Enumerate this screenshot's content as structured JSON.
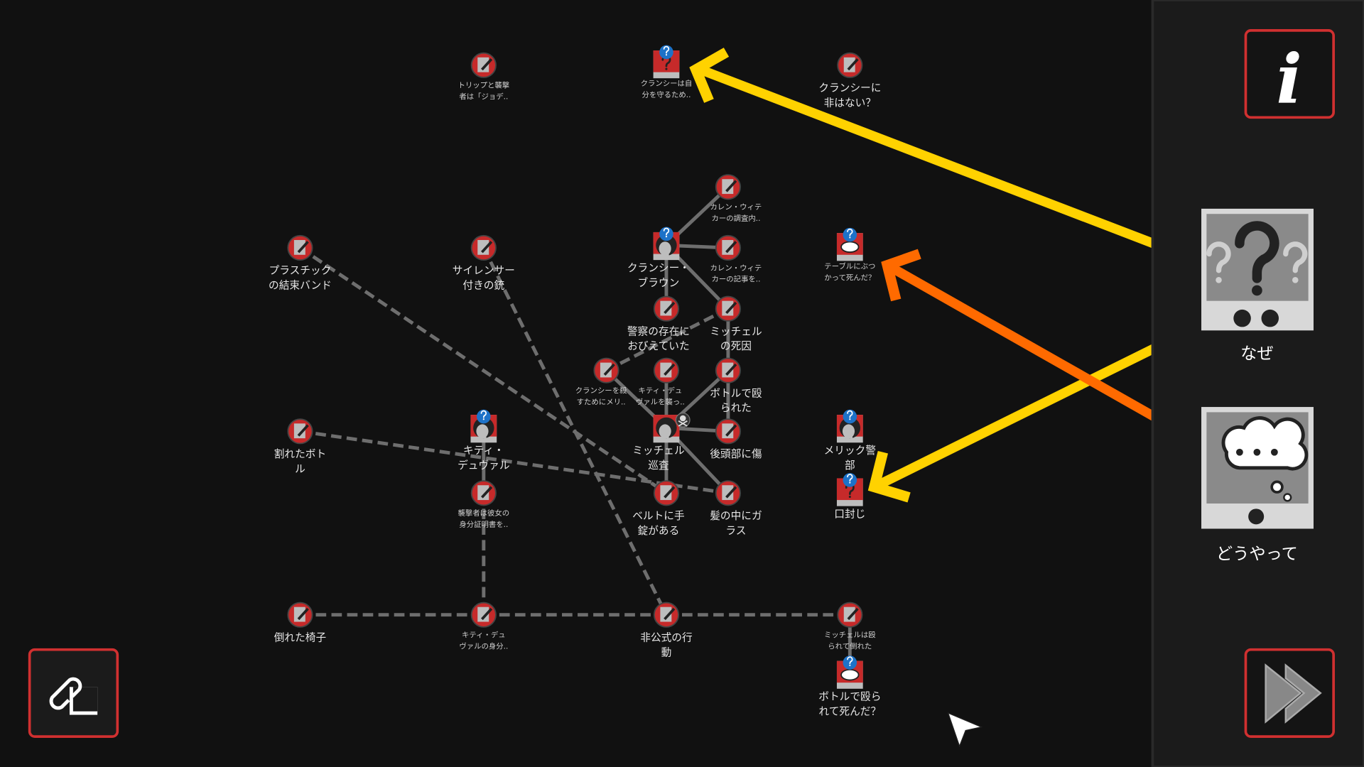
{
  "colors": {
    "accent_red": "#c62a2a",
    "arrow_yellow": "#ffd200",
    "arrow_orange": "#ff6a00",
    "background": "#111111",
    "panel": "#1b1b1b"
  },
  "graph": {
    "nodes": [
      {
        "type": "note",
        "size": "small",
        "lines": [
          "トリップと襲撃",
          "者は「ジョデ.."
        ]
      },
      {
        "type": "question",
        "badge": true,
        "size": "small",
        "lines": [
          "クランシーは自",
          "分を守るため.."
        ]
      },
      {
        "type": "note",
        "size": "large",
        "lines": [
          "クランシーに",
          "非はない？"
        ]
      },
      {
        "type": "note",
        "size": "small",
        "lines": [
          "カレン・ウィテ",
          "カーの調査内.."
        ]
      },
      {
        "type": "person",
        "badge": true,
        "size": "large",
        "lines": [
          "クランシー・",
          "ブラウン"
        ]
      },
      {
        "type": "note",
        "size": "small",
        "lines": [
          "カレン・ウィテ",
          "カーの記事を.."
        ]
      },
      {
        "type": "thought",
        "badge": true,
        "size": "small",
        "lines": [
          "テーブルにぶつ",
          "かって死んだ？"
        ]
      },
      {
        "type": "note",
        "size": "large",
        "lines": [
          "プラスチック",
          "の結束バンド"
        ]
      },
      {
        "type": "note",
        "size": "large",
        "lines": [
          "サイレンサー",
          "付きの銃"
        ]
      },
      {
        "type": "note",
        "size": "large",
        "lines": [
          "警察の存在に",
          "おびえていた"
        ]
      },
      {
        "type": "note",
        "size": "large",
        "lines": [
          "ミッチェル",
          "の死因"
        ]
      },
      {
        "type": "note",
        "size": "small",
        "lines": [
          "クランシーを殺",
          "すためにメリ.."
        ]
      },
      {
        "type": "note",
        "size": "small",
        "lines": [
          "キティ・デュ",
          "ヴァルを襲っ.."
        ]
      },
      {
        "type": "note",
        "size": "large",
        "lines": [
          "ボトルで殴",
          "られた"
        ]
      },
      {
        "type": "note",
        "size": "large",
        "lines": [
          "割れたボト",
          "ル"
        ]
      },
      {
        "type": "person",
        "badge": true,
        "size": "large",
        "lines": [
          "キティ・",
          "デュヴァル"
        ]
      },
      {
        "type": "person",
        "badge": false,
        "victim": true,
        "size": "large",
        "lines": [
          "ミッチェル",
          "巡査"
        ]
      },
      {
        "type": "note",
        "size": "large",
        "lines": [
          "後頭部に傷"
        ]
      },
      {
        "type": "person",
        "badge": true,
        "size": "large",
        "lines": [
          "メリック警",
          "部"
        ]
      },
      {
        "type": "question",
        "badge": true,
        "size": "large",
        "lines": [
          "口封じ"
        ]
      },
      {
        "type": "note",
        "size": "small",
        "lines": [
          "襲撃者は彼女の",
          "身分証明書を.."
        ]
      },
      {
        "type": "note",
        "size": "large",
        "lines": [
          "ベルトに手",
          "錠がある"
        ]
      },
      {
        "type": "note",
        "size": "large",
        "lines": [
          "髪の中にガ",
          "ラス"
        ]
      },
      {
        "type": "note",
        "size": "large",
        "lines": [
          "倒れた椅子"
        ]
      },
      {
        "type": "note",
        "size": "small",
        "lines": [
          "キティ・デュ",
          "ヴァルの身分.."
        ]
      },
      {
        "type": "note",
        "size": "large",
        "lines": [
          "非公式の行",
          "動"
        ]
      },
      {
        "type": "note",
        "size": "small",
        "lines": [
          "ミッチェルは殴",
          "られて倒れた"
        ]
      },
      {
        "type": "thought",
        "badge": true,
        "size": "large",
        "lines": [
          "ボトルで殴ら",
          "れて死んだ？"
        ]
      }
    ],
    "solid_links": [
      [
        4,
        3
      ],
      [
        4,
        5
      ],
      [
        4,
        9
      ],
      [
        4,
        10
      ],
      [
        11,
        16
      ],
      [
        12,
        16
      ],
      [
        13,
        16
      ],
      [
        13,
        10
      ],
      [
        13,
        17
      ],
      [
        16,
        17
      ],
      [
        16,
        21
      ],
      [
        16,
        22
      ],
      [
        26,
        27
      ],
      [
        15,
        20
      ]
    ],
    "dashed_links": [
      [
        7,
        21
      ],
      [
        8,
        25
      ],
      [
        14,
        22
      ],
      [
        11,
        10
      ],
      [
        20,
        24
      ],
      [
        23,
        24
      ],
      [
        24,
        25
      ],
      [
        25,
        26
      ]
    ]
  },
  "sidebar": {
    "info_button": "i",
    "why_label": "なぜ",
    "how_label": "どうやって"
  }
}
